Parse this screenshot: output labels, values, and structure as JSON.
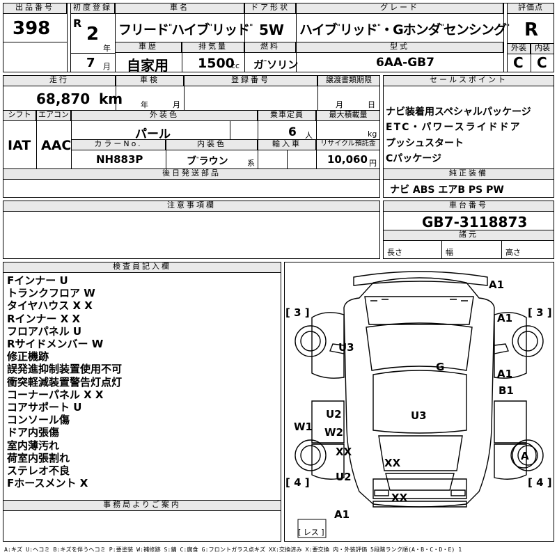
{
  "header": {
    "lot_label": "出品番号",
    "lot_number": "398",
    "first_reg_label": "初度登録",
    "era": "R",
    "year": "2",
    "year_unit": "年",
    "month": "7",
    "month_unit": "月",
    "car_name_label": "車名",
    "car_name": "フリード\"ハイブリッド\"",
    "history_label": "車歴",
    "history": "自家用",
    "displacement_label": "排気量",
    "displacement": "1500",
    "displacement_unit": "cc",
    "door_label": "ドア形状",
    "door": "5W",
    "fuel_label": "燃料",
    "fuel": "ガソリン",
    "grade_label": "グレード",
    "grade": "ハイブリッド・Gホンダセンシング",
    "model_label": "型式",
    "model": "6AA-GB7",
    "eval_label": "評価点",
    "eval": "R",
    "ext_label": "外装",
    "ext": "C",
    "int_label": "内装",
    "int": "C"
  },
  "details": {
    "mileage_label": "走行",
    "mileage": "68,870",
    "mileage_unit": "km",
    "inspection_label": "車検",
    "insp_year": "年",
    "insp_month": "月",
    "reg_label": "登録番号",
    "transfer_label": "譲渡書類期限",
    "transfer_month": "月",
    "transfer_day": "日",
    "shift_label": "シフト",
    "shift": "IAT",
    "ac_label": "エアコン",
    "ac": "AAC",
    "color_label": "外装色",
    "color": "パール",
    "capacity_label": "乗車定員",
    "capacity": "6",
    "capacity_unit": "人",
    "load_label": "最大積載量",
    "load_unit": "kg",
    "color_no_label": "カラーNo.",
    "color_no": "NH883P",
    "int_color_label": "内装色",
    "int_color": "ブラウン",
    "int_color_suffix": "系",
    "import_label": "輸入車",
    "recycle_label": "リサイクル預託金",
    "recycle": "10,060",
    "recycle_unit": "円",
    "later_parts_label": "後日発送部品",
    "notes_label": "注意事項欄"
  },
  "sales": {
    "label": "セールスポイント",
    "points": [
      "ナビ装着用スペシャルパッケージ",
      "ETC・パワースライドドア",
      "プッシュスタート",
      "Cパッケージ"
    ],
    "equip_label": "純正装備",
    "equip": "ナビ ABS エアB PS PW",
    "vin_label": "車台番号",
    "vin": "GB7-3118873",
    "spec_label": "諸元",
    "length_label": "長さ",
    "width_label": "幅",
    "height_label": "高さ"
  },
  "inspector": {
    "label": "検査員記入欄",
    "lines": [
      "Fインナー U",
      "トランクフロア W",
      "タイヤハウス X X",
      "Rインナー X X",
      "フロアパネル U",
      "Rサイドメンバー W",
      "修正機跡",
      "誤発進抑制装置使用不可",
      "衝突軽減装置警告灯点灯",
      "コーナーパネル X X",
      "コアサポート U",
      "コンソール傷",
      "ドア内張傷",
      "室内薄汚れ",
      "荷室内張割れ",
      "ステレオ不良",
      "Fホースメント X"
    ]
  },
  "office_label": "事務局よりご案内",
  "diagram": {
    "marks": {
      "a1_front": "A1",
      "a1_right_top": "A1",
      "a1_right_mid": "A1",
      "b1_right": "B1",
      "u3_left": "U3",
      "g": "G",
      "u3_center": "U3",
      "u2_left": "U2",
      "w2": "W2",
      "w1": "W1",
      "xx_left": "XX",
      "xx_center": "XX",
      "u2_bottom": "U2",
      "xx_rear": "XX",
      "a_right": "A",
      "a1_bottom": "A1"
    },
    "tire_tl": "[ 3 ]",
    "tire_tr": "[ 3 ]",
    "tire_bl": "[ 4 ]",
    "tire_br": "[ 4 ]",
    "spare": "[ レス ]"
  },
  "legend": "A:キズ U:ヘコミ B:キズを伴うヘコミ P:要塗装 W:補修跡 S:錆 C:腐食 G:フロントガラス点キズ XX:交換済み X:要交換 内・外装評価 5段階ランク順(A・B・C・D・E) 1"
}
